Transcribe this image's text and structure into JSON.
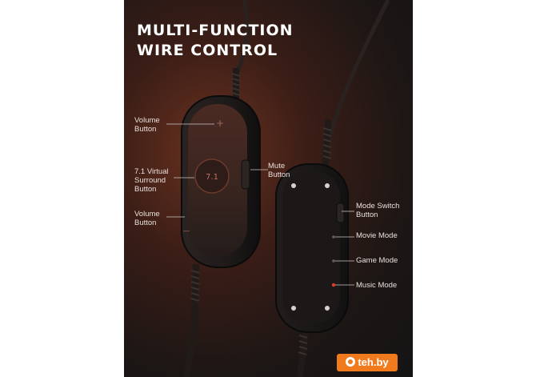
{
  "title": {
    "line1": "MULTI-FUNCTION",
    "line2": "WIRE CONTROL"
  },
  "left_control": {
    "plus_symbol": "+",
    "minus_symbol": "—",
    "center_button_text": "7.1",
    "callouts": [
      {
        "id": "volume-up",
        "lines": [
          "Volume",
          "Button"
        ]
      },
      {
        "id": "surround",
        "lines": [
          "7.1 Virtual",
          "Surround",
          "Button"
        ]
      },
      {
        "id": "volume-down",
        "lines": [
          "Volume",
          "Button"
        ]
      },
      {
        "id": "mute",
        "lines": [
          "Mute",
          "Button"
        ]
      }
    ]
  },
  "right_control": {
    "callouts": [
      {
        "id": "mode-switch",
        "lines": [
          "Mode Switch",
          "Button"
        ]
      },
      {
        "id": "movie",
        "lines": [
          "Movie Mode"
        ]
      },
      {
        "id": "game",
        "lines": [
          "Game Mode"
        ]
      },
      {
        "id": "music",
        "lines": [
          "Music Mode"
        ]
      }
    ],
    "indicator_color": "#e03a2a"
  },
  "watermark": {
    "text": "teh.by",
    "color": "#f07a1c"
  },
  "colors": {
    "accent": "#c0512e",
    "text": "#ffffff"
  }
}
